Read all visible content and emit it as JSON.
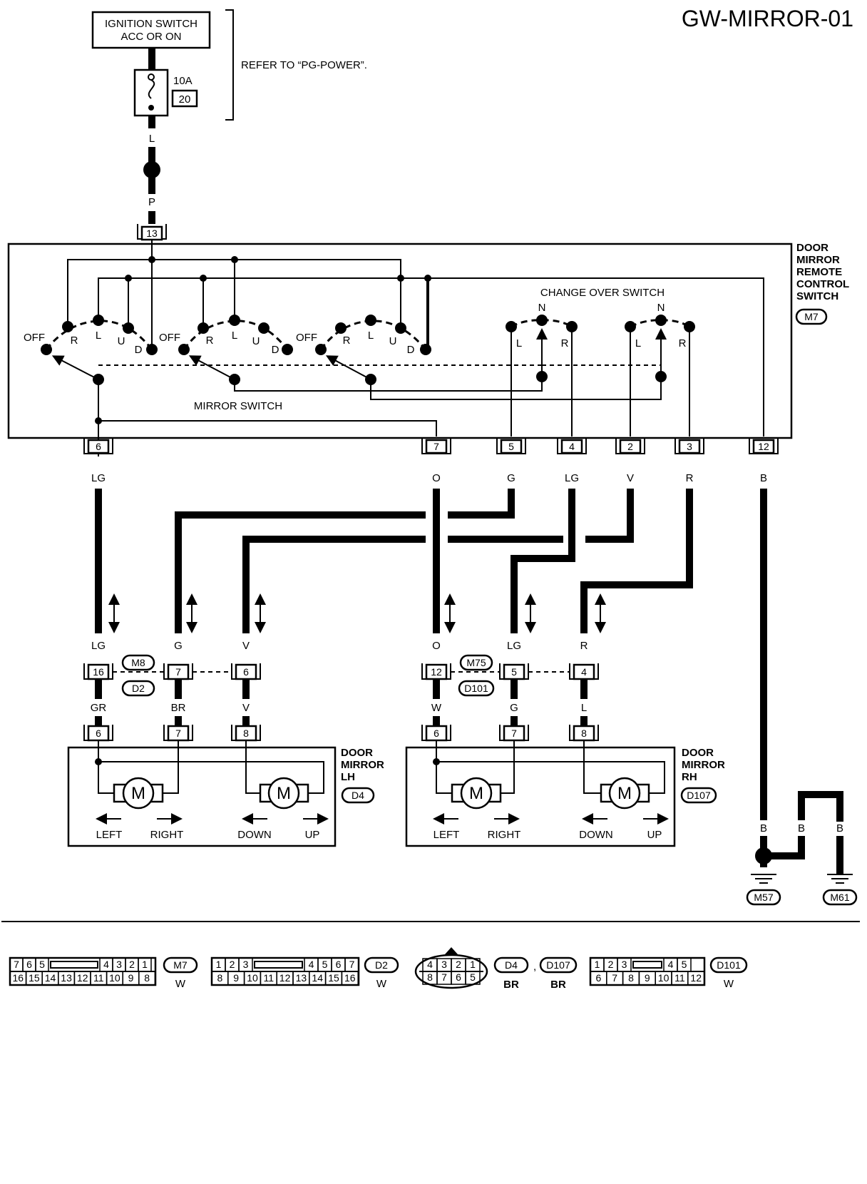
{
  "title": "GW-MIRROR-01",
  "power": {
    "ignition_line1": "IGNITION SWITCH",
    "ignition_line2": "ACC OR ON",
    "fuse_amp": "10A",
    "fuse_no": "20",
    "refer": "REFER TO “PG-POWER”.",
    "wire_upper": "L",
    "wire_lower": "P",
    "terminal": "13"
  },
  "switch_unit": {
    "name_lines": [
      "DOOR",
      "MIRROR",
      "REMOTE",
      "CONTROL",
      "SWITCH"
    ],
    "connector": "M7",
    "change_over_label": "CHANGE OVER SWITCH",
    "mirror_switch_label": "MIRROR SWITCH",
    "contact_labels": {
      "off": "OFF",
      "r": "R",
      "l": "L",
      "u": "U",
      "d": "D",
      "n": "N"
    }
  },
  "switch_pins": [
    {
      "pin": "6",
      "color": "LG"
    },
    {
      "pin": "7",
      "color": "O"
    },
    {
      "pin": "5",
      "color": "G"
    },
    {
      "pin": "4",
      "color": "LG"
    },
    {
      "pin": "2",
      "color": "V"
    },
    {
      "pin": "3",
      "color": "R"
    },
    {
      "pin": "12",
      "color": "B"
    }
  ],
  "lh_path": {
    "upper_colors": [
      "LG",
      "G",
      "V"
    ],
    "joint_pins": [
      "16",
      "7",
      "6"
    ],
    "joint_connectors": [
      "M8",
      "D2"
    ],
    "lower_colors": [
      "GR",
      "BR",
      "V"
    ],
    "mirror_pins": [
      "6",
      "7",
      "8"
    ],
    "mirror_name": [
      "DOOR",
      "MIRROR",
      "LH"
    ],
    "mirror_connector": "D4",
    "motor_symbol": "M",
    "directions": [
      "LEFT",
      "RIGHT",
      "DOWN",
      "UP"
    ]
  },
  "rh_path": {
    "upper_colors": [
      "O",
      "LG",
      "R"
    ],
    "joint_pins": [
      "12",
      "5",
      "4"
    ],
    "joint_connectors": [
      "M75",
      "D101"
    ],
    "lower_colors": [
      "W",
      "G",
      "L"
    ],
    "mirror_pins": [
      "6",
      "7",
      "8"
    ],
    "mirror_name": [
      "DOOR",
      "MIRROR",
      "RH"
    ],
    "mirror_connector": "D107",
    "motor_symbol": "M",
    "directions": [
      "LEFT",
      "RIGHT",
      "DOWN",
      "UP"
    ]
  },
  "ground": {
    "colors": [
      "B",
      "B",
      "B"
    ],
    "points": [
      "M57",
      "M61"
    ]
  },
  "connector_views": [
    {
      "name": "M7",
      "color": "W",
      "top": [
        "7",
        "6",
        "5",
        "",
        "4",
        "3",
        "2",
        "1"
      ],
      "bottom": [
        "16",
        "15",
        "14",
        "13",
        "12",
        "11",
        "10",
        "9",
        "8"
      ]
    },
    {
      "name": "D2",
      "color": "W",
      "top": [
        "1",
        "2",
        "3",
        "",
        "4",
        "5",
        "6",
        "7"
      ],
      "bottom": [
        "8",
        "9",
        "10",
        "11",
        "12",
        "13",
        "14",
        "15",
        "16"
      ]
    },
    {
      "name": "D4",
      "name2": "D107",
      "color": "BR",
      "color2": "BR",
      "top": [
        "4",
        "3",
        "2",
        "1"
      ],
      "bottom": [
        "8",
        "7",
        "6",
        "5"
      ]
    },
    {
      "name": "D101",
      "color": "W",
      "top": [
        "1",
        "2",
        "3",
        "",
        "4",
        "5"
      ],
      "bottom": [
        "6",
        "7",
        "8",
        "9",
        "10",
        "11",
        "12"
      ]
    }
  ]
}
